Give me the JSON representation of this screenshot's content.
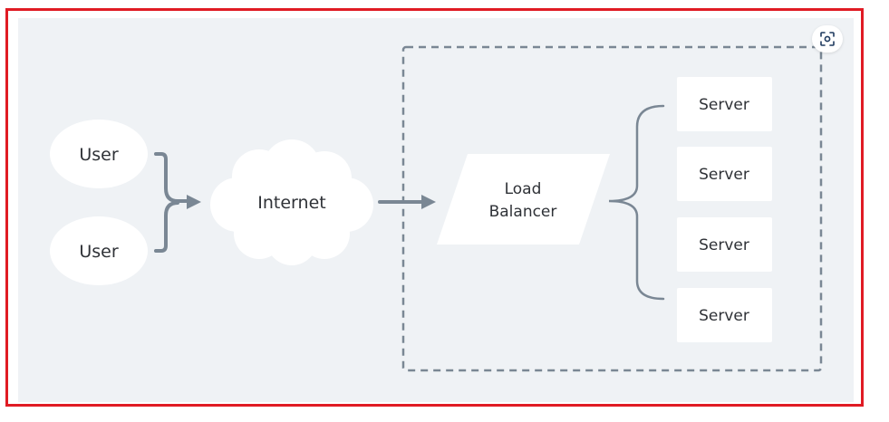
{
  "diagram": {
    "users": [
      {
        "label": "User"
      },
      {
        "label": "User"
      }
    ],
    "internet": {
      "label": "Internet"
    },
    "load_balancer": {
      "line1": "Load",
      "line2": "Balancer"
    },
    "servers": [
      {
        "label": "Server"
      },
      {
        "label": "Server"
      },
      {
        "label": "Server"
      },
      {
        "label": "Server"
      }
    ]
  },
  "toolbar": {
    "screenshot_icon": "screenshot-icon"
  },
  "colors": {
    "frame_border": "#e01b24",
    "canvas_bg": "#eff2f5",
    "connector": "#7a8794",
    "node_fill": "#ffffff",
    "text": "#2f3237"
  }
}
